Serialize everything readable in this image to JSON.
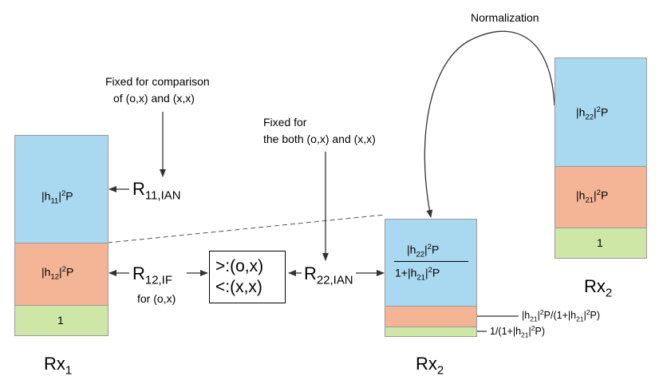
{
  "diagram": {
    "left_block": {
      "caption": "Rx",
      "caption_sub": "1",
      "top": {
        "a": "|h",
        "sub": "11",
        "b": "|",
        "sup": "2",
        "c": "P"
      },
      "mid": {
        "a": "|h",
        "sub": "12",
        "b": "|",
        "sup": "2",
        "c": "P"
      },
      "bottom": "1"
    },
    "rate_11": {
      "main": "R",
      "sub": "11,IAN",
      "note_line1": "Fixed for comparison",
      "note_line2": "of (o,x) and (x,x)"
    },
    "rate_12": {
      "main": "R",
      "sub": "12,IF",
      "note": "for (o,x)"
    },
    "comparison": {
      "line1": ">:(o,x)",
      "line2": "<:(x,x)"
    },
    "rate_22": {
      "main": "R",
      "sub": "22,IAN",
      "note_line1": "Fixed for",
      "note_line2": "the both (o,x) and (x,x)"
    },
    "middle_block": {
      "caption": "Rx",
      "caption_sub": "2",
      "numerator": {
        "a": "|h",
        "sub": "22",
        "b": "|",
        "sup": "2",
        "c": "P"
      },
      "denominator": {
        "a": "1+|h",
        "sub": "21",
        "b": "|",
        "sup": "2",
        "c": "P"
      },
      "annot_orange": {
        "a": "|h",
        "sub": "21",
        "b": "|",
        "sup": "2",
        "c": "P/(1+|h",
        "sub2": "21",
        "d": "|",
        "sup2": "2",
        "e": "P)"
      },
      "annot_green": {
        "a": "1/(1+|h",
        "sub": "21",
        "b": "|",
        "sup": "2",
        "c": "P)"
      }
    },
    "right_block": {
      "caption": "Rx",
      "caption_sub": "2",
      "top": {
        "a": "|h",
        "sub": "22",
        "b": "|",
        "sup": "2",
        "c": "P"
      },
      "mid": {
        "a": "|h",
        "sub": "21",
        "b": "|",
        "sup": "2",
        "c": "P"
      },
      "bottom": "1"
    },
    "normalization_label": "Normalization",
    "colors": {
      "blue": "#a9d8f1",
      "orange": "#f3b595",
      "green": "#cfe7a6",
      "border": "#9a9a9a",
      "arrow": "#333333"
    }
  }
}
